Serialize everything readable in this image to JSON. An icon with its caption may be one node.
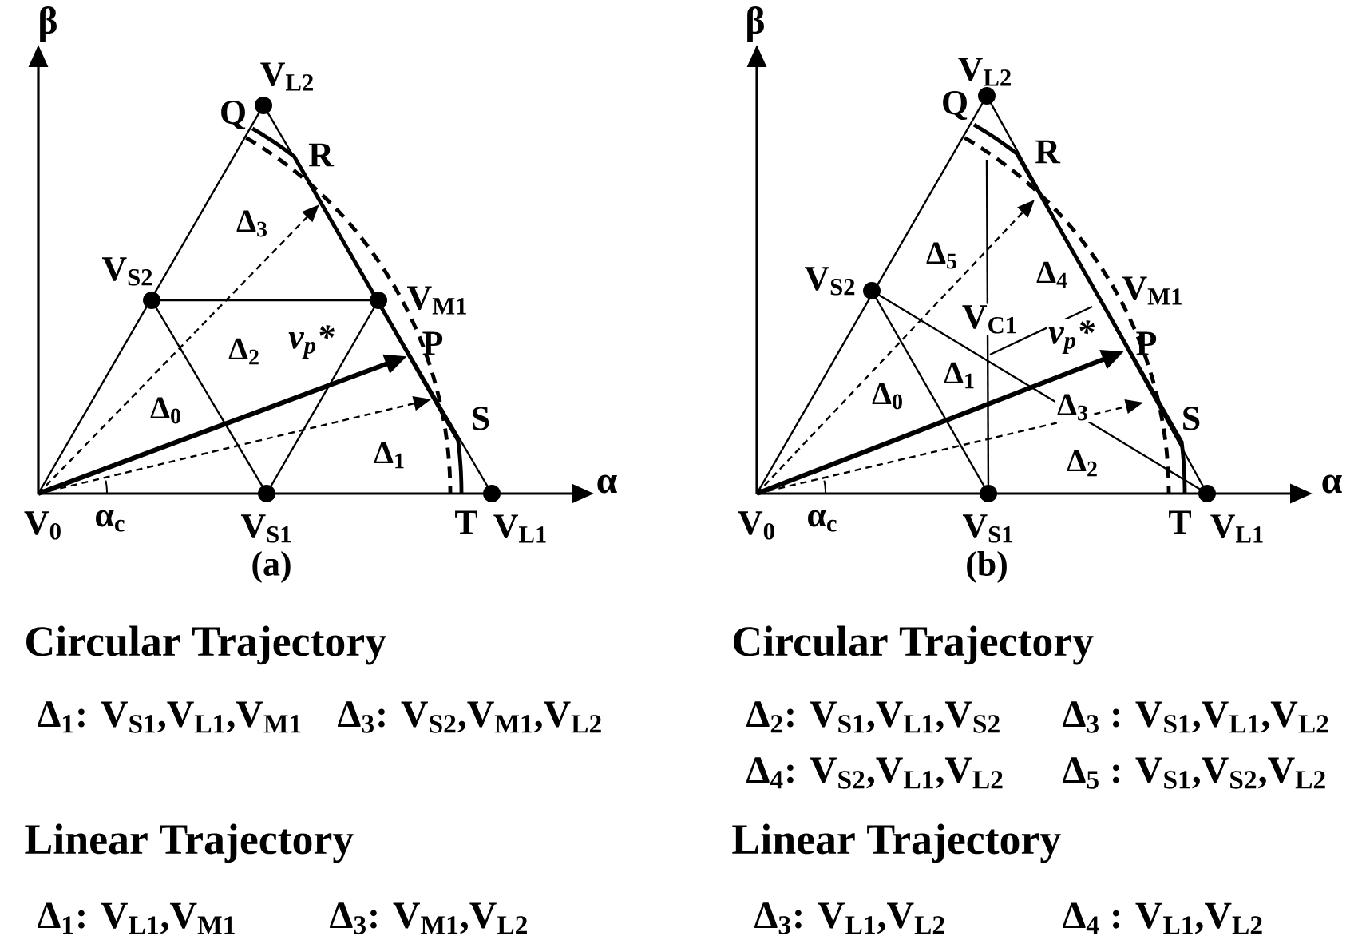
{
  "diagram": {
    "labels": [
      "β",
      "V$_{L2}$",
      "Q",
      "R",
      "Δ$_{3}$",
      "V$_{S2}$",
      "V$_{M1}$",
      "Δ$_{2}$",
      "v$_{p}$*",
      "P",
      "Δ$_{0}$",
      "S",
      "Δ$_{1}$",
      "α",
      "V$_{0}$",
      "α$_{c}$",
      "V$_{S1}$",
      "T",
      "V$_{L1}$",
      "(a)",
      "β",
      "V$_{L2}$",
      "Q",
      "R",
      "V$_{S2}$",
      "Δ$_{5}$",
      "Δ$_{4}$",
      "V$_{M1}$",
      "V$_{C1}$",
      "v$_{p}$*",
      "P",
      "Δ$_{1}$",
      "Δ$_{0}$",
      "Δ$_{3}$",
      "S",
      "Δ$_{2}$",
      "α",
      "V$_{0}$",
      "α$_{c}$",
      "V$_{S1}$",
      "T",
      "V$_{L1}$",
      "(b)",
      "Circular Trajectory",
      "Δ$_{1}$: V$_{S1}$,V$_{L1}$,V$_{M1}$",
      "Δ$_{3}$: V$_{S2}$,V$_{M1}$,V$_{L2}$",
      "Circular Trajectory",
      "Δ$_{2}$: V$_{S1}$,V$_{L1}$,V$_{S2}$",
      "Δ$_{3}$ : V$_{S1}$,V$_{L1}$,V$_{L2}$",
      "Δ$_{4}$: V$_{S2}$,V$_{L1}$,V$_{L2}$",
      "Δ$_{5}$ : V$_{S1}$,V$_{S2}$,V$_{L2}$",
      "Linear Trajectory",
      "Δ$_{1}$: V$_{L1}$,V$_{M1}$",
      "Δ$_{3}$: V$_{M1}$,V$_{L2}$",
      "Linear Trajectory",
      "Δ$_{3}$: V$_{L1}$,V$_{L2}$",
      "Δ$_{4}$ : V$_{L1}$,V$_{L2}$"
    ]
  }
}
